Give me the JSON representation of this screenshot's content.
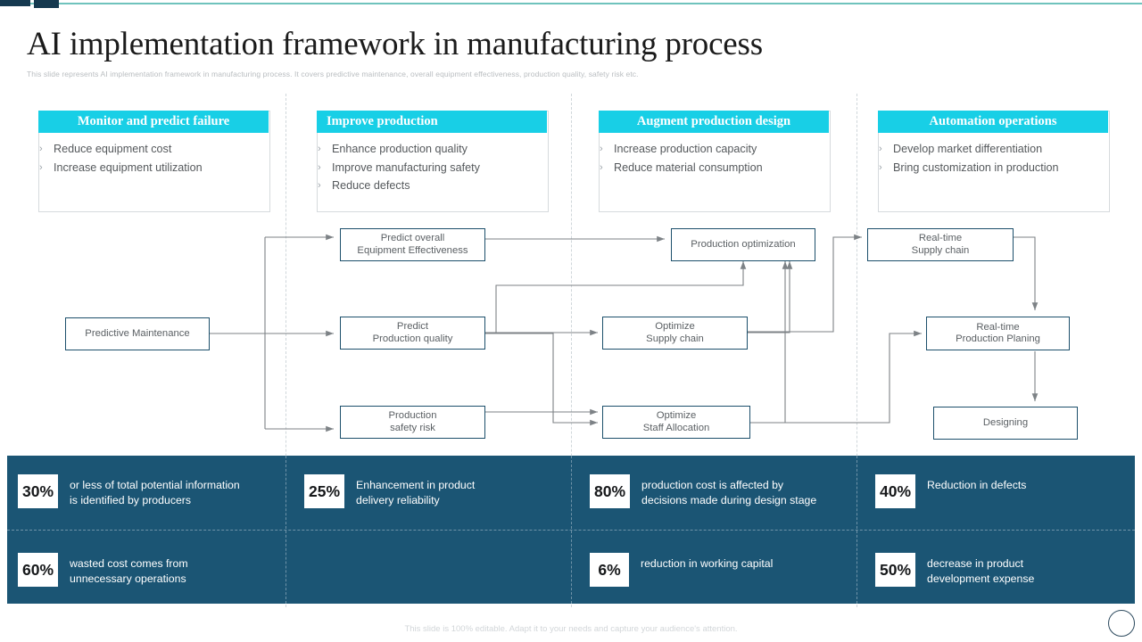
{
  "header": {
    "title": "AI implementation framework in manufacturing process",
    "subtitle": "This slide represents AI implementation  framework in manufacturing process. It covers predictive maintenance, overall equipment  effectiveness, production quality, safety risk etc."
  },
  "colors": {
    "accent_cyan": "#18cfe6",
    "panel_blue": "#1b5574",
    "box_border": "#1c4f6b",
    "dark_navy": "#15394f"
  },
  "cards": [
    {
      "title": "Monitor and predict failure",
      "align": "center",
      "bullets": [
        "Reduce equipment cost",
        "Increase equipment utilization"
      ]
    },
    {
      "title": "Improve production",
      "align": "left",
      "bullets": [
        "Enhance production quality",
        "Improve manufacturing safety",
        "Reduce defects"
      ]
    },
    {
      "title": "Augment production design",
      "align": "center",
      "bullets": [
        "Increase production capacity",
        "Reduce material consumption"
      ]
    },
    {
      "title": "Automation operations",
      "align": "center",
      "bullets": [
        "Develop market differentiation",
        "Bring customization in production"
      ]
    }
  ],
  "flow": {
    "bullet_char": "›",
    "nodes": [
      {
        "id": "predictive-maintenance",
        "label": "Predictive Maintenance"
      },
      {
        "id": "predict-oee",
        "label": "Predict overall\nEquipment Effectiveness"
      },
      {
        "id": "predict-production-quality",
        "label": "Predict\nProduction quality"
      },
      {
        "id": "production-safety-risk",
        "label": "Production\nsafety risk"
      },
      {
        "id": "production-optimization",
        "label": "Production optimization"
      },
      {
        "id": "optimize-supply-chain",
        "label": "Optimize\nSupply chain"
      },
      {
        "id": "optimize-staff-allocation",
        "label": "Optimize\nStaff Allocation"
      },
      {
        "id": "realtime-supply-chain",
        "label": "Real-time\nSupply chain"
      },
      {
        "id": "realtime-production-planing",
        "label": "Real-time\nProduction Planing"
      },
      {
        "id": "designing",
        "label": "Designing"
      }
    ]
  },
  "stats": [
    {
      "pct": "30%",
      "desc": "or less of total potential information\nis identified by producers"
    },
    {
      "pct": "25%",
      "desc": "Enhancement in product\ndelivery reliability"
    },
    {
      "pct": "80%",
      "desc": "production cost is affected by\ndecisions made during design stage"
    },
    {
      "pct": "40%",
      "desc": "Reduction in defects"
    },
    {
      "pct": "60%",
      "desc": "wasted cost comes from\nunnecessary operations"
    },
    {
      "pct": "6%",
      "desc": "reduction in working capital"
    },
    {
      "pct": "50%",
      "desc": "decrease in product\ndevelopment expense"
    }
  ],
  "footer": {
    "note": "This slide is 100% editable. Adapt it to your needs and capture your audience's attention."
  }
}
